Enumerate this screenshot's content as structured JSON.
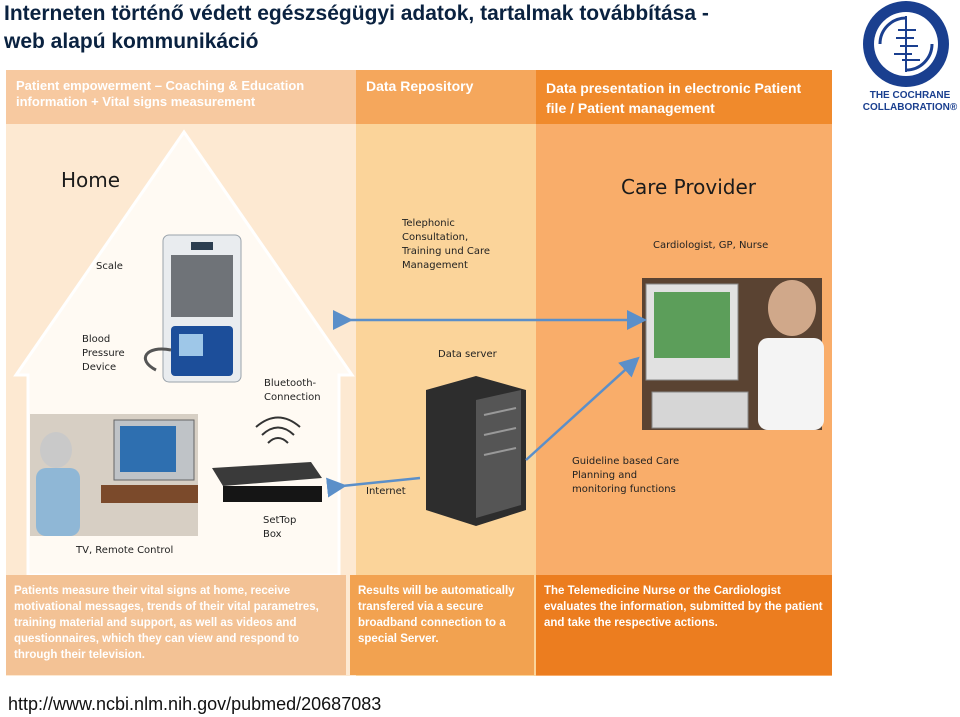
{
  "title": {
    "line1": "Interneten történő  védett egészségügyi adatok, tartalmak továbbítása -",
    "line2": "web alapú kommunikáció"
  },
  "logo": {
    "line1": "THE COCHRANE",
    "line2": "COLLABORATION®"
  },
  "columns": {
    "home_header": "Patient empowerment – Coaching & Education information + Vital signs measurement",
    "repo_header": "Data Repository",
    "care_header": "Data presentation in electronic Patient file / Patient management"
  },
  "labels": {
    "home": "Home",
    "care_provider": "Care Provider",
    "scale": "Scale",
    "blood_pressure": "Blood\nPressure\nDevice",
    "bluetooth": "Bluetooth-\nConnection",
    "tv_remote": "TV, Remote Control",
    "set_top_box": "SetTop\nBox",
    "telephonic": "Telephonic\nConsultation,\nTraining und Care\nManagement",
    "data_server": "Data server",
    "internet": "Internet",
    "roles": "Cardiologist, GP, Nurse",
    "guideline": "Guideline based Care\nPlanning and\nmonitoring functions"
  },
  "footers": {
    "home": "Patients measure their vital signs at home, receive motivational messages, trends of their vital parametres, training material and support, as well as videos and questionnaires,  which they can view and respond to through their television.",
    "repo": "Results will be automatically transfered via a secure broadband connection to a special Server.",
    "care": "The Telemedicine Nurse or the Cardiologist evaluates the information, submitted by the patient and take the respective actions."
  },
  "source_url": "http://www.ncbi.nlm.nih.gov/pubmed/20687083",
  "colors": {
    "accent": "#f08a2c",
    "arrow": "#5b8fc9",
    "title": "#0a2240"
  }
}
